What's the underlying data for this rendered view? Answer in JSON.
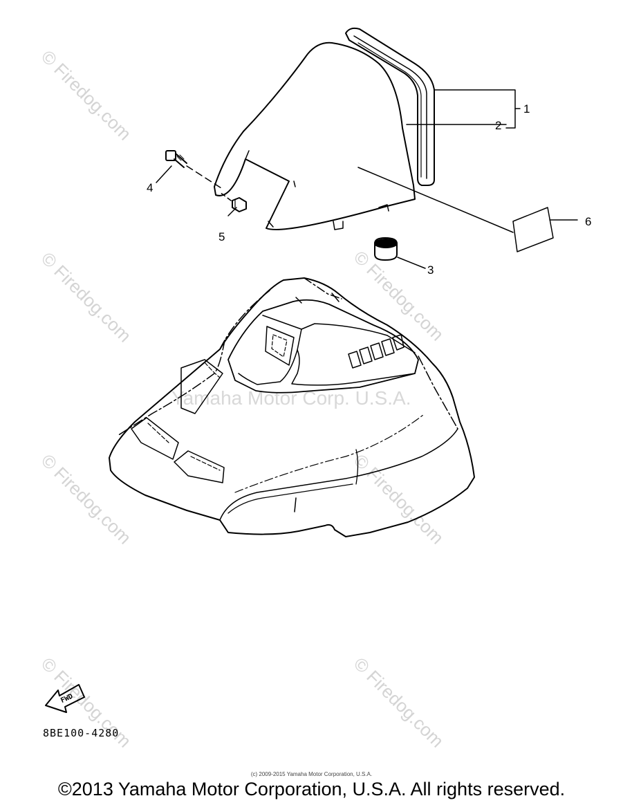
{
  "watermarks": {
    "site": "© Firedog.com",
    "center": "Yamaha Motor Corp. U.S.A."
  },
  "callouts": {
    "c1": "1",
    "c2": "2",
    "c3": "3",
    "c4": "4",
    "c5": "5",
    "c6": "6"
  },
  "fwd_label": "FWD",
  "part_number": "8BE100-4280",
  "small_copyright": "(c) 2009-2015 Yamaha Motor Corporation, U.S.A.",
  "copyright": "©2013 Yamaha Motor Corporation, U.S.A. All rights reserved.",
  "colors": {
    "line": "#000000",
    "watermark": "#d4d4d4",
    "background": "#ffffff"
  }
}
